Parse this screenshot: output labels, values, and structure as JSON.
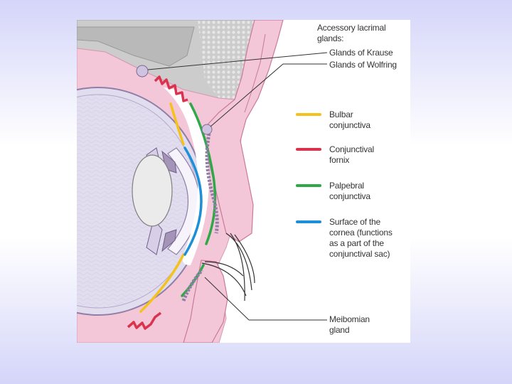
{
  "diagram": {
    "heading": "Accessory lacrimal\nglands:",
    "labels": {
      "krause": "Glands of Krause",
      "wolfring": "Glands of Wolfring",
      "meibomian": "Meibomian\ngland"
    },
    "legend": [
      {
        "id": "bulbar",
        "label": "Bulbar\nconjunctiva",
        "color": "#f4c21d"
      },
      {
        "id": "fornix",
        "label": "Conjunctival\nfornix",
        "color": "#d9334d"
      },
      {
        "id": "palpebral",
        "label": "Palpebral\nconjunctiva",
        "color": "#2fa84a"
      },
      {
        "id": "cornea",
        "label": "Surface of the\ncornea (functions\nas a part of the\nconjunctival sac)",
        "color": "#1d8fd6"
      }
    ],
    "colors": {
      "skin": "#f3c6d8",
      "bone": "#c8c8c8",
      "eyeball": "#e2dcef",
      "lens": "#ebebeb"
    }
  }
}
